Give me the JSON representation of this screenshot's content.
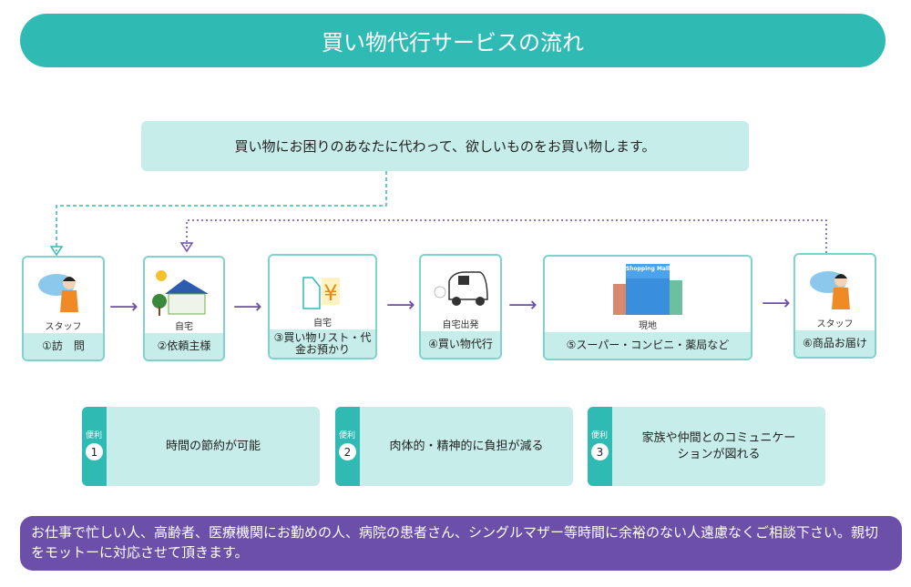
{
  "title": "買い物代行サービスの流れ",
  "lead": "買い物にお困りのあなたに代わって、欲しいものをお買い物します。",
  "steps": [
    {
      "caption": "スタッフ",
      "label": "①訪　問",
      "icon": "staff-person-icon"
    },
    {
      "caption": "自宅",
      "label": "②依頼主様",
      "icon": "house-icon"
    },
    {
      "caption": "自宅",
      "label": "③買い物リスト・代金お預かり",
      "icon": "list-yen-icon"
    },
    {
      "caption": "自宅出発",
      "label": "④買い物代行",
      "icon": "car-icon"
    },
    {
      "caption": "現地",
      "label": "⑤スーパー・コンビニ・薬局など",
      "icon": "shopping-mall-icon"
    },
    {
      "caption": "スタッフ",
      "label": "⑥商品お届け",
      "icon": "staff-person-icon"
    }
  ],
  "mall_sign": "Shopping Mall",
  "benefits": [
    {
      "tag": "便利",
      "num": "1",
      "text": "時間の節約が可能"
    },
    {
      "tag": "便利",
      "num": "2",
      "text": "肉体的・精神的に負担が減る"
    },
    {
      "tag": "便利",
      "num": "3",
      "text": "家族や仲間とのコミュニケーションが図れる"
    }
  ],
  "note": "お仕事で忙しい人、高齢者、医療機関にお勤めの人、病院の患者さん、シングルマザー等時間に余裕のない人遠慮なくご相談下さい。親切をモットーに対応させて頂きます。",
  "colors": {
    "teal": "#2fbbb4",
    "light_teal": "#c6ede9",
    "purple": "#6b4fa8"
  }
}
